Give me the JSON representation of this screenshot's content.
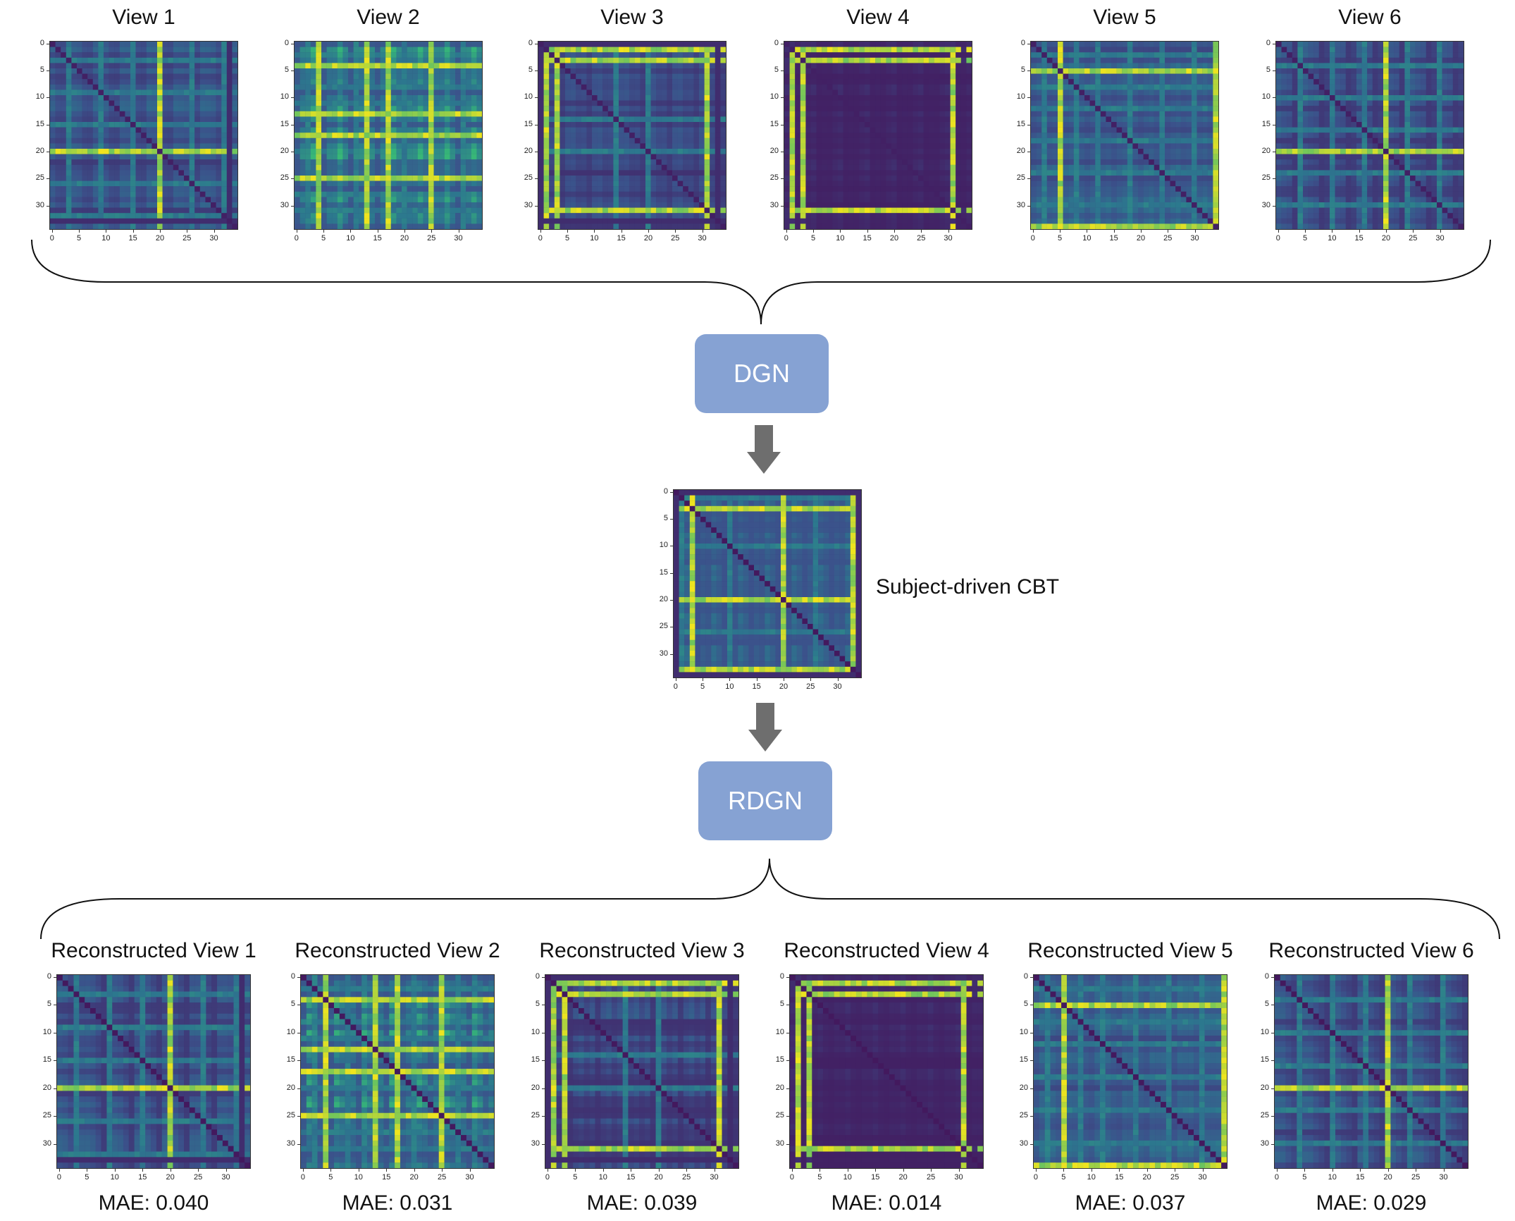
{
  "top_views": [
    {
      "title": "View 1",
      "colormap": "view1"
    },
    {
      "title": "View 2",
      "colormap": "view2"
    },
    {
      "title": "View 3",
      "colormap": "view3"
    },
    {
      "title": "View 4",
      "colormap": "view4"
    },
    {
      "title": "View 5",
      "colormap": "view5"
    },
    {
      "title": "View 6",
      "colormap": "view6"
    }
  ],
  "dgn_label": "DGN",
  "rdgn_label": "RDGN",
  "cbt_label": "Subject-driven CBT",
  "reconstructed_views": [
    {
      "title": "Reconstructed View 1",
      "mae": "MAE: 0.040"
    },
    {
      "title": "Reconstructed View 2",
      "mae": "MAE: 0.031"
    },
    {
      "title": "Reconstructed View 3",
      "mae": "MAE: 0.039"
    },
    {
      "title": "Reconstructed View 4",
      "mae": "MAE: 0.014"
    },
    {
      "title": "Reconstructed View 5",
      "mae": "MAE: 0.037"
    },
    {
      "title": "Reconstructed View 6",
      "mae": "MAE: 0.029"
    }
  ],
  "y_ticks": [
    "0",
    "5",
    "10",
    "15",
    "20",
    "25",
    "30"
  ],
  "x_ticks": [
    "0",
    "5",
    "10",
    "15",
    "20",
    "25",
    "30"
  ],
  "colors": {
    "box_fill": "#86a2d3",
    "arrow": "#6e6e6e",
    "heatmap_dark": "#44145a",
    "heatmap_mid": "#2e6e8e",
    "heatmap_green": "#36b778",
    "heatmap_yellow": "#f2e51d"
  },
  "icons": {
    "down_arrow": "down-arrow-icon",
    "brace": "curly-brace"
  }
}
